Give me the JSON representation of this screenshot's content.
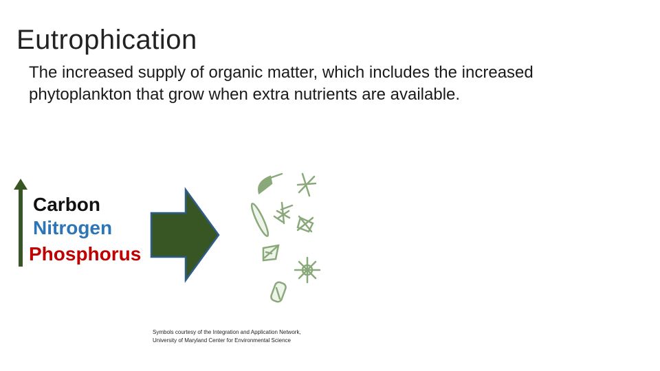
{
  "slide": {
    "title": "Eutrophication",
    "subtitle": "The increased supply of organic matter, which includes the increased phytoplankton that grow when extra nutrients are available."
  },
  "nutrients": {
    "carbon": "Carbon",
    "nitrogen": "Nitrogen",
    "phosphorus": "Phosphorus"
  },
  "credit": {
    "line1": "Symbols courtesy of the Integration and Application Network,",
    "line2": "University of Maryland Center for Environmental Science"
  },
  "colors": {
    "arrow_fill": "#375623",
    "arrow_outline": "#2e5d8a",
    "carbon": "#111111",
    "nitrogen": "#2e75b6",
    "phosphorus": "#c00000",
    "plankton": "#8aa97a"
  }
}
